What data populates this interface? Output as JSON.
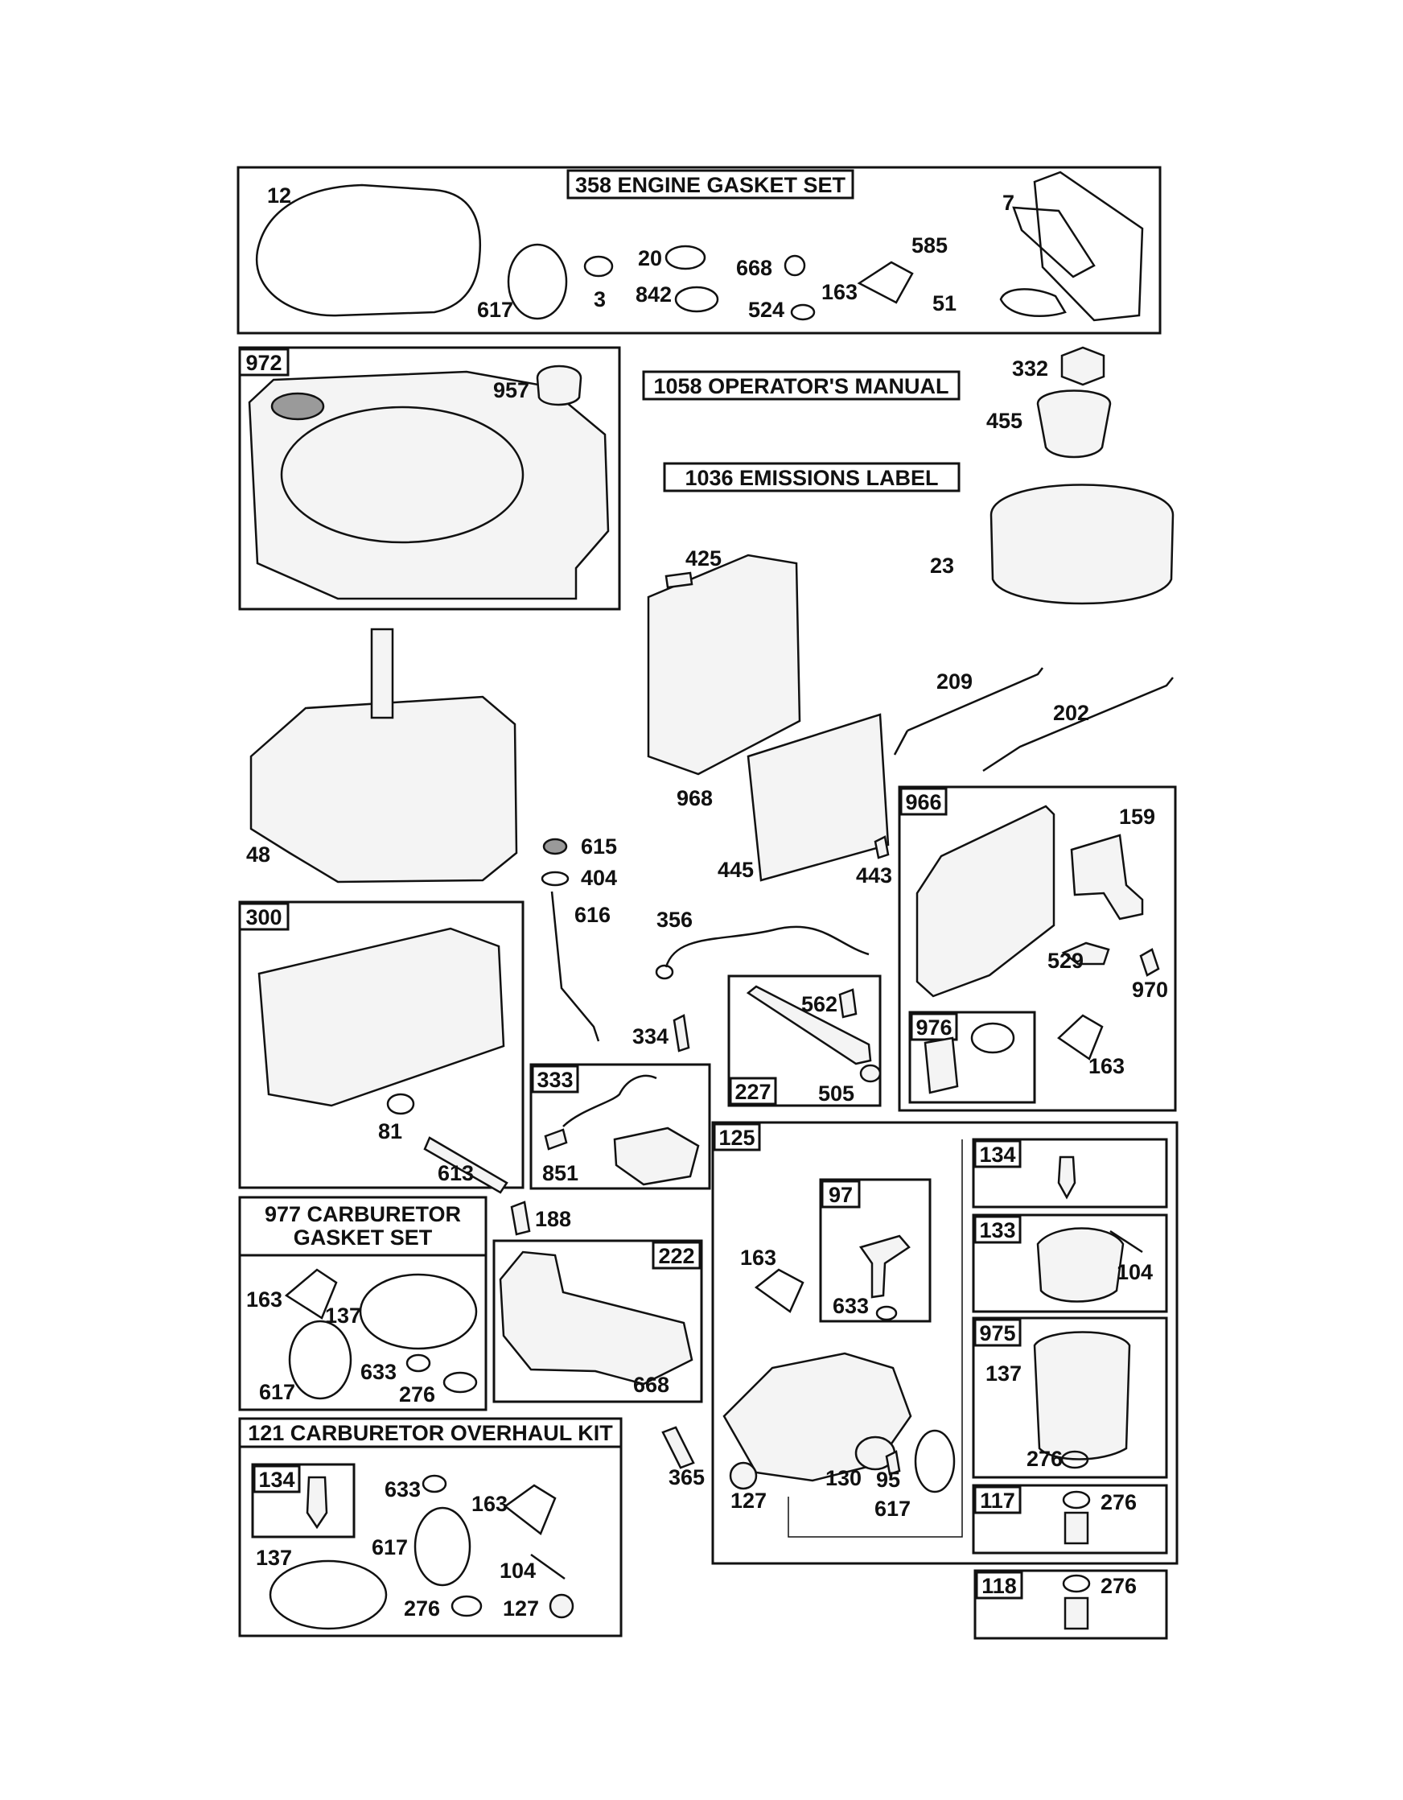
{
  "titles": {
    "engine_gasket_set": "358 ENGINE GASKET SET",
    "operators_manual": "1058 OPERATOR'S MANUAL",
    "emissions_label": "1036 EMISSIONS LABEL",
    "carb_gasket_set_1": "977 CARBURETOR",
    "carb_gasket_set_2": "GASKET SET",
    "carb_overhaul_kit": "121 CARBURETOR OVERHAUL KIT"
  },
  "box_tags": {
    "b972": "972",
    "b300": "300",
    "b333": "333",
    "b227": "227",
    "b966": "966",
    "b976": "976",
    "b222": "222",
    "b125": "125",
    "b97": "97",
    "b134a": "134",
    "b133": "133",
    "b975": "975",
    "b117": "117",
    "b118": "118",
    "b134b": "134"
  },
  "part_labels": {
    "p12": "12",
    "p617a": "617",
    "p3": "3",
    "p20": "20",
    "p842": "842",
    "p668a": "668",
    "p524": "524",
    "p163a": "163",
    "p585": "585",
    "p7": "7",
    "p51": "51",
    "p957": "957",
    "p332": "332",
    "p455": "455",
    "p23": "23",
    "p425": "425",
    "p968": "968",
    "p209": "209",
    "p202": "202",
    "p48": "48",
    "p615": "615",
    "p404": "404",
    "p616": "616",
    "p445": "445",
    "p443": "443",
    "p159": "159",
    "p356": "356",
    "p529": "529",
    "p970": "970",
    "p562": "562",
    "p334": "334",
    "p505": "505",
    "p163b": "163",
    "p81": "81",
    "p613": "613",
    "p851": "851",
    "p188": "188",
    "p163c": "163",
    "p137a": "137",
    "p617b": "617",
    "p633a": "633",
    "p276a": "276",
    "p668b": "668",
    "p163d": "163",
    "p633b": "633",
    "p104a": "104",
    "p137b": "137",
    "p276b": "276",
    "p365": "365",
    "p127a": "127",
    "p130": "130",
    "p95": "95",
    "p617c": "617",
    "p276c": "276",
    "p276d": "276",
    "p633c": "633",
    "p163e": "163",
    "p617d": "617",
    "p137c": "137",
    "p104b": "104",
    "p276e": "276",
    "p127b": "127"
  },
  "colors": {
    "ink": "#111111",
    "paper": "#ffffff",
    "shade": "#9a9a9a"
  }
}
